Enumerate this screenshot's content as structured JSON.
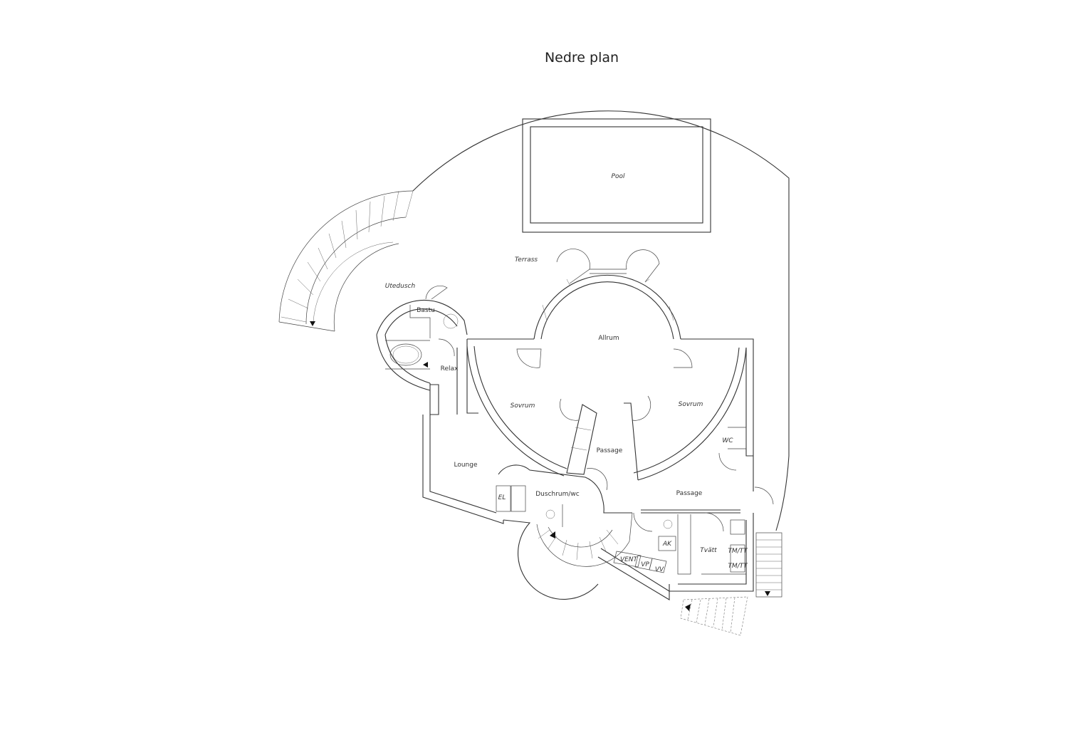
{
  "title": "Nedre plan",
  "rooms": {
    "pool": "Pool",
    "terrass": "Terrass",
    "utedusch": "Utedusch",
    "bastu": "Bastu",
    "allrum": "Allrum",
    "relax": "Relax",
    "sovrum_left": "Sovrum",
    "sovrum_right": "Sovrum",
    "wc": "WC",
    "passage_center": "Passage",
    "lounge": "Lounge",
    "duschrum": "Duschrum/wc",
    "passage_right": "Passage",
    "el": "EL",
    "ak": "AK",
    "tvatt": "Tvätt",
    "tm_tt_top": "TM/TT",
    "tm_tt_bottom": "TM/TT",
    "vent": "VENT",
    "vp": "VP",
    "vv": "VV"
  },
  "colors": {
    "line": "#333333",
    "background": "#ffffff"
  }
}
